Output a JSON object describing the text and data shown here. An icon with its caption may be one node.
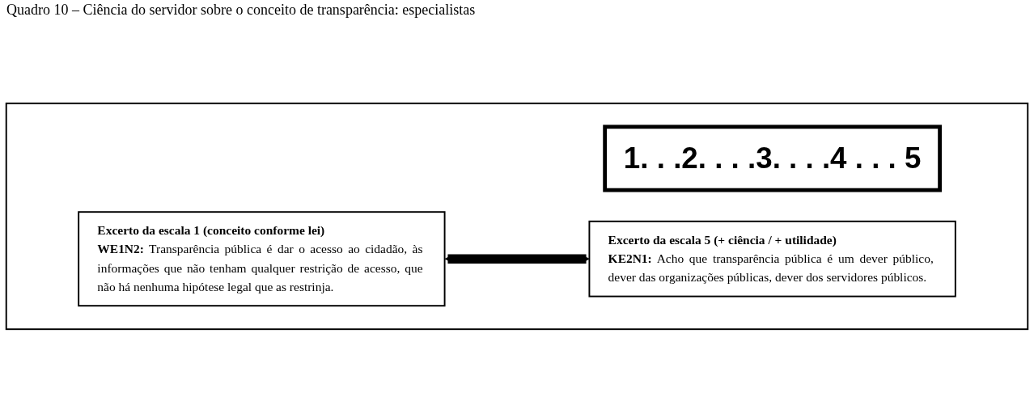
{
  "diagram": {
    "title": "Quadro 10 – Ciência do servidor sobre o conceito de transparência: especialistas",
    "nodes": [
      {
        "text": [],
        "shape": "box"
      },
      {
        "text": [
          "1. . .2. . . .3. . . .4 . . . 5"
        ],
        "in": 0
      },
      {
        "text": [
          "Excerto da escala 1 (conceito conforme lei)",
          "**WE1N2:** Transparência pública é dar o acesso ao cidadão, às informações que não tenham qualquer restrição de acesso, que não há nenhuma hipótese legal que as restrinja."
        ],
        "in": 0
      },
      {
        "text": [
          "Excerto da escala 5 (+ ciência / + utilidade)",
          "**KE2N1:** Acho que transparência pública é um dever público, dever das organizações públicas, dever dos servidores públicos."
        ],
        "in": 0
      }
    ],
    "edges": [
      {
        "from": 2,
        "to": 3,
        "arrow": "both"
      }
    ]
  }
}
